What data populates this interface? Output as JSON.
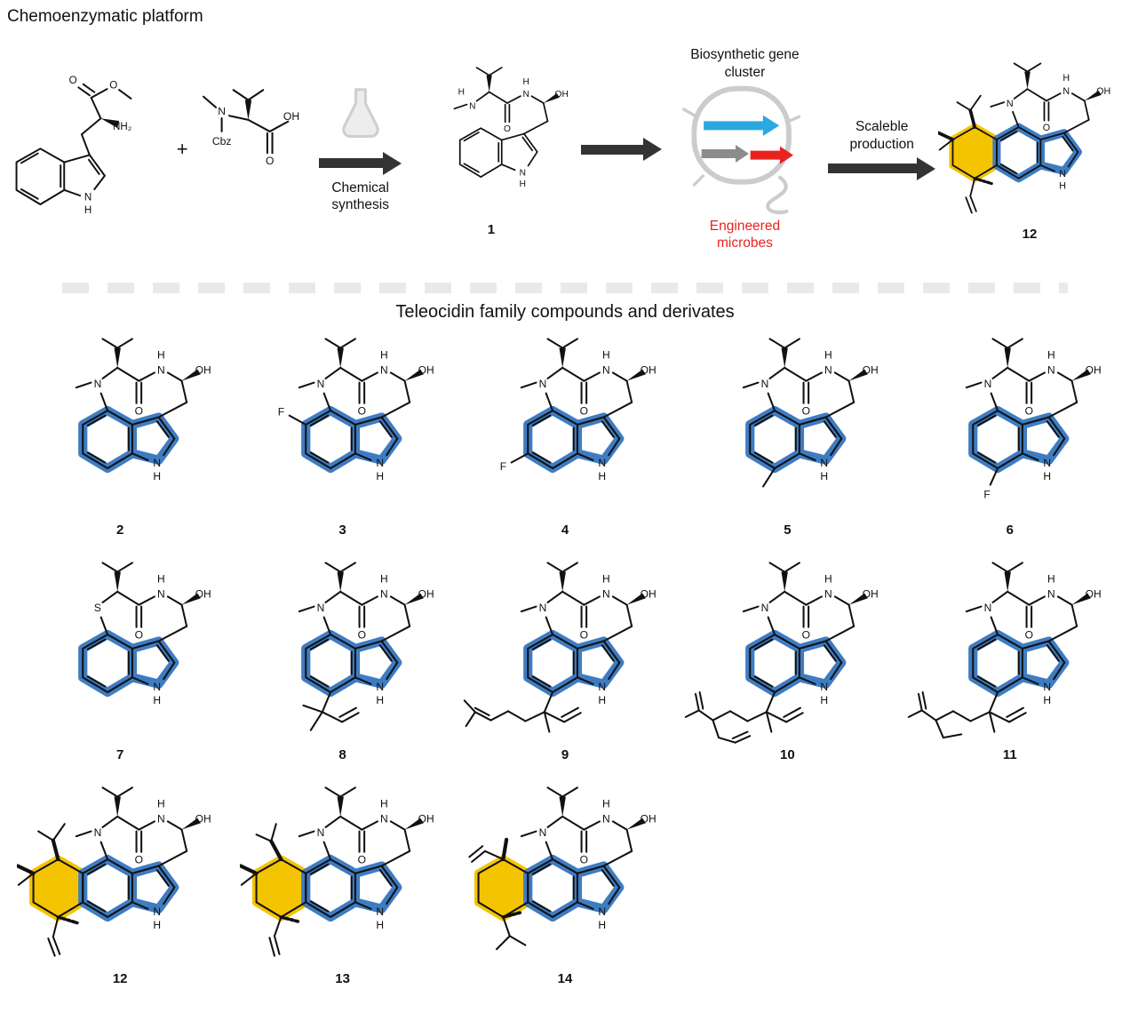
{
  "page": {
    "title": "Chemoenzymatic platform",
    "section_title": "Teleocidin family compounds and derivates"
  },
  "colors": {
    "highlight_blue": "#3E7CC2",
    "highlight_yellow": "#F5C400",
    "gene_arrow_cyan": "#2AA9E0",
    "gene_arrow_gray": "#8C8C8C",
    "gene_arrow_red": "#E8231F",
    "microbe_outline_gray": "#CCCCCC",
    "reaction_arrow_dark": "#333333"
  },
  "icons": {
    "flask": "flask-icon",
    "microbe": "bacteria-icon",
    "reaction_arrow": "arrow-right-icon"
  },
  "scheme": {
    "plus": "+",
    "step1_line1": "Chemical",
    "step1_line2": "synthesis",
    "gene_cluster_line1": "Biosynthetic gene",
    "gene_cluster_line2": "cluster",
    "microbes_line1": "Engineered",
    "microbes_line2": "microbes",
    "step3_line1": "Scaleble",
    "step3_line2": "production",
    "intermediate": {
      "number": "1",
      "flags": [
        "open",
        "plain"
      ]
    },
    "product": {
      "number": "12",
      "flags": [
        "teleo",
        "teleo-a"
      ]
    },
    "trp": {
      "o_carbonyl": "O",
      "o_ester": "O",
      "amine": "NH₂",
      "indole_n": "N",
      "indole_h": "H"
    },
    "val": {
      "n": "N",
      "cbz": "Cbz",
      "carbonyl_o": "O",
      "hydroxyl": "OH"
    }
  },
  "molecule": {
    "core_labels": {
      "amine": "N",
      "amine_h": "H",
      "amide_n": "N",
      "amide_h": "H",
      "carbonyl_o": "O",
      "hydroxyl": "OH",
      "indole_n": "N",
      "indole_h": "H"
    }
  },
  "compounds": [
    {
      "number": "2",
      "flags": []
    },
    {
      "number": "3",
      "flags": [
        "sub-c5"
      ],
      "sub_label": "F"
    },
    {
      "number": "4",
      "flags": [
        "sub-c6"
      ],
      "sub_label": "F"
    },
    {
      "number": "5",
      "flags": [
        "sub-c7me"
      ]
    },
    {
      "number": "6",
      "flags": [
        "sub-c7f"
      ],
      "sub_label": "F"
    },
    {
      "number": "7",
      "flags": [
        "thio"
      ],
      "label_overrides": {
        "amine": "S"
      }
    },
    {
      "number": "8",
      "flags": [
        "chain-prenyl"
      ]
    },
    {
      "number": "9",
      "flags": [
        "chain-geranyl"
      ]
    },
    {
      "number": "10",
      "flags": [
        "chain-terpa"
      ]
    },
    {
      "number": "11",
      "flags": [
        "chain-terpb"
      ]
    },
    {
      "number": "12",
      "flags": [
        "teleo",
        "teleo-a"
      ]
    },
    {
      "number": "13",
      "flags": [
        "teleo",
        "teleo-b"
      ]
    },
    {
      "number": "14",
      "flags": [
        "teleo",
        "teleo-c"
      ]
    }
  ]
}
